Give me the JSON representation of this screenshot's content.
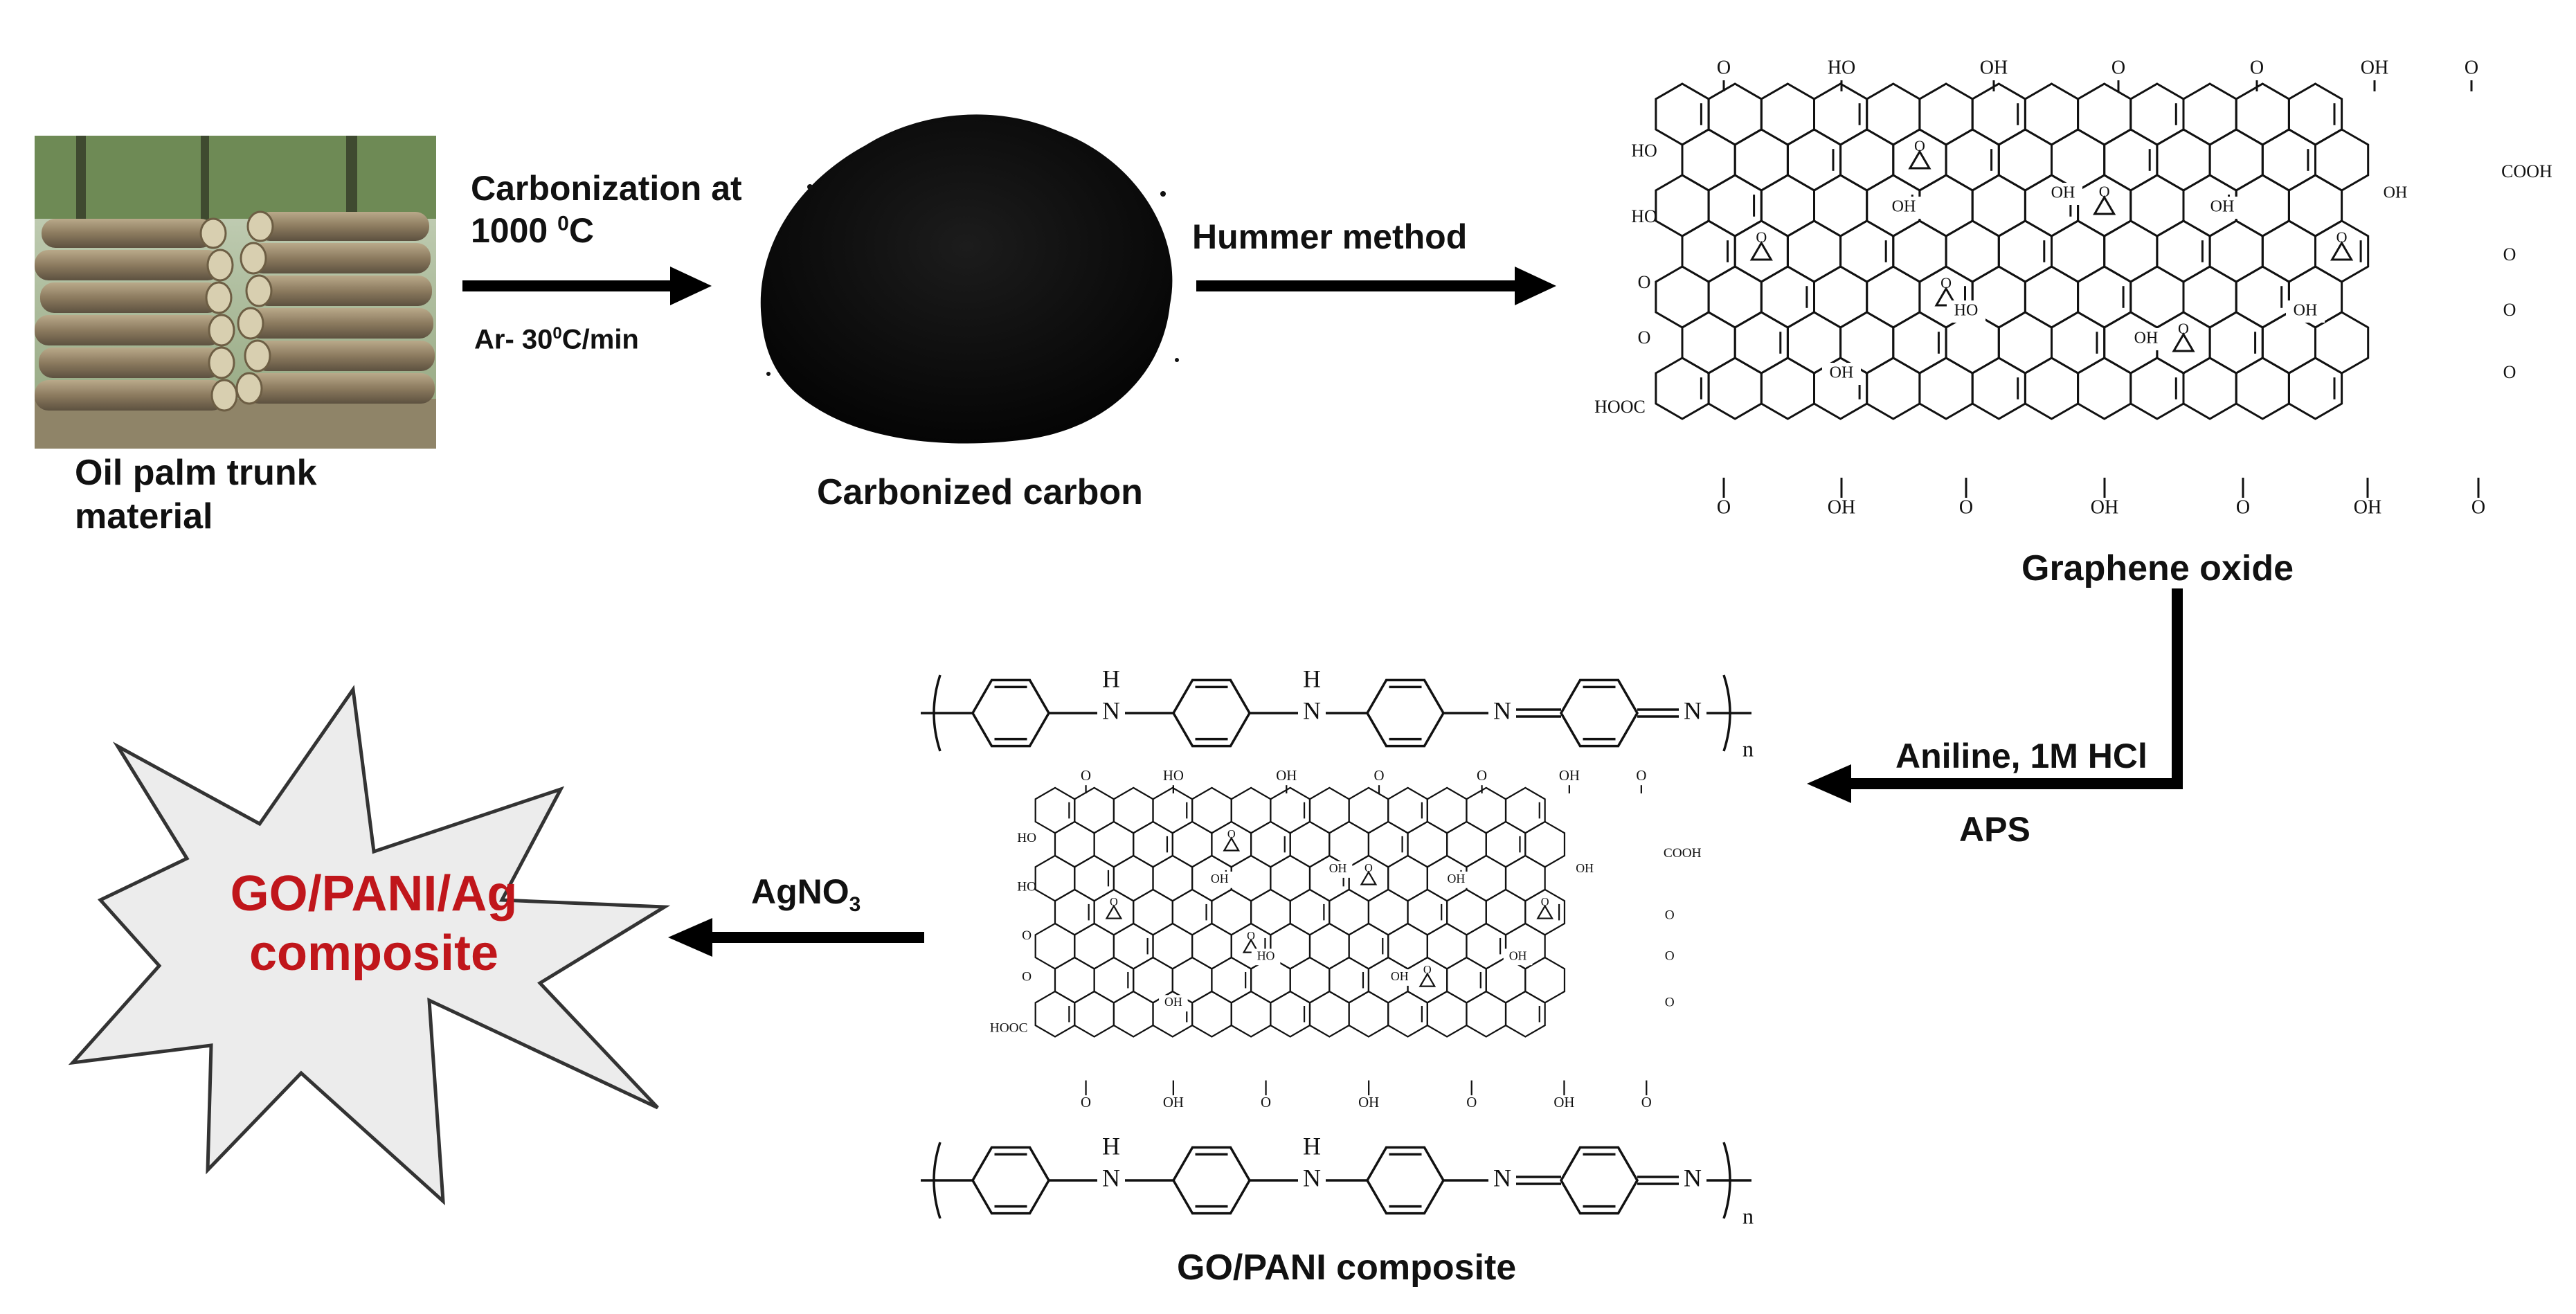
{
  "step1": {
    "caption_line1": "Oil palm trunk",
    "caption_line2": "material"
  },
  "arrow1": {
    "line1": "Carbonization at",
    "line2_prefix": "1000 ",
    "line2_sup": "0",
    "line2_suffix": "C",
    "sub_prefix": "Ar- 30",
    "sub_sup": "0",
    "sub_suffix": "C/min"
  },
  "step2": {
    "caption": "Carbonized carbon"
  },
  "arrow2": {
    "label": "Hummer method"
  },
  "step3": {
    "caption": "Graphene oxide"
  },
  "arrow3": {
    "label_top": "Aniline, 1M HCl",
    "label_bottom": "APS"
  },
  "step4": {
    "caption": "GO/PANI composite"
  },
  "arrow4": {
    "label_prefix": "AgNO",
    "label_sub": "3"
  },
  "step5": {
    "line1": "GO/PANI/Ag",
    "line2": "composite"
  },
  "chem": {
    "ho": "HO",
    "oh": "OH",
    "o": "O",
    "cooh": "COOH",
    "hooc": "HOOC",
    "nh_h": "H",
    "nh_n": "N",
    "imine_n": "N",
    "subscript_n": "n"
  },
  "colors": {
    "accent_red": "#c0161b",
    "star_fill": "#ececec",
    "carbon": "#0b0b0b"
  }
}
